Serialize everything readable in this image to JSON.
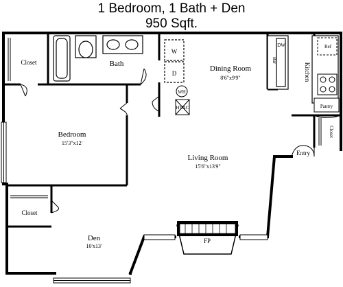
{
  "header": {
    "line1": "1 Bedroom, 1 Bath + Den",
    "line2": "950 Sqft."
  },
  "rooms": {
    "closet_top": "Closet",
    "bath": "Bath",
    "washer": "W",
    "dryer": "D",
    "dining": {
      "name": "Dining Room",
      "dims": "8'6\"x9'9\""
    },
    "dw": "DW",
    "bar": "Bar",
    "ref": "Ref",
    "kitchen": "Kitchen",
    "pantry": "Pantry",
    "wh": "WH",
    "hvac": "HVAC",
    "bedroom": {
      "name": "Bedroom",
      "dims": "15'3\"x12'"
    },
    "living": {
      "name": "Living Room",
      "dims": "15'6\"x13'9\""
    },
    "entry": "Entry",
    "closet_right": "Closet",
    "closet_den": "Closet",
    "den": {
      "name": "Den",
      "dims": "10'x13'"
    },
    "fireplace": "FP"
  }
}
